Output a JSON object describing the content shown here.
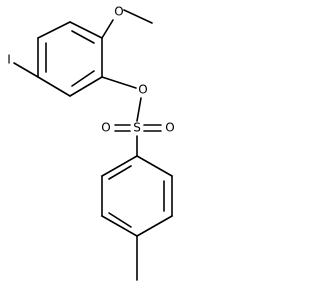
{
  "figure": {
    "kind": "chemical-structure",
    "background_color": "#ffffff",
    "line_color": "#000000"
  },
  "atoms": {
    "iodine": "I",
    "ether_oxygen": "O",
    "ester_oxygen": "O",
    "sulfur": "S",
    "sulfonyl_oxygen_left": "O",
    "sulfonyl_oxygen_right": "O"
  }
}
